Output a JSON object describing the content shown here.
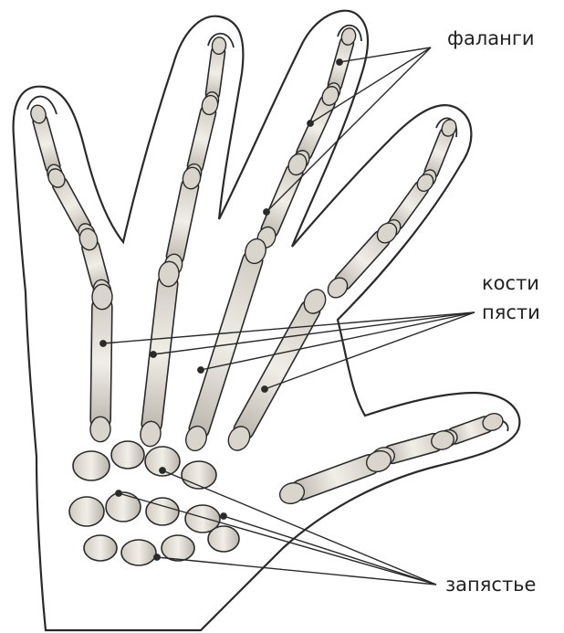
{
  "labels": {
    "phalanges": "фаланги",
    "metacarpals_line1": "кости",
    "metacarpals_line2": "пясти",
    "carpus": "запястье"
  },
  "colors": {
    "ink": "#2a2a2a",
    "bone": "#e9e6df",
    "bone_shade": "#b9b5ad",
    "skin": "#ffffff",
    "background": "#ffffff"
  }
}
